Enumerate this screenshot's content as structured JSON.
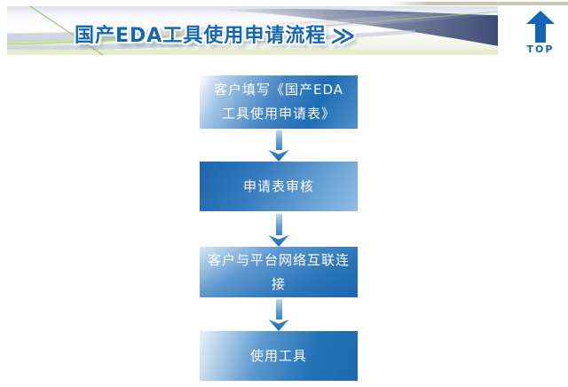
{
  "page": {
    "background": "#ffffff"
  },
  "header": {
    "banner_title": "国产EDA工具使用申请流程",
    "banner_title_suffix": "≫",
    "top_link": {
      "label": "TOP",
      "icon": "arrow-up-icon"
    },
    "colors": {
      "title_blue": "#1467b0",
      "top_link_blue": "#1464ae",
      "top_rule_tan": "#c9c4b6",
      "banner_navy_swoosh": "#3e4d76",
      "banner_green_line": "#9cbf72"
    }
  },
  "flowchart": {
    "direction": "top-to-bottom",
    "box_text_color": "#ffffff",
    "box_fill_dark": "#1d69b0",
    "box_fill_light": "#a9cbe8",
    "connector_color": "#2e79bc",
    "steps": [
      {
        "order": 1,
        "label": "客户填写《国产EDA工具使用申请表》"
      },
      {
        "order": 2,
        "label": "申请表审核"
      },
      {
        "order": 3,
        "label": "客户与平台网络互联连接"
      },
      {
        "order": 4,
        "label": "使用工具"
      }
    ]
  }
}
